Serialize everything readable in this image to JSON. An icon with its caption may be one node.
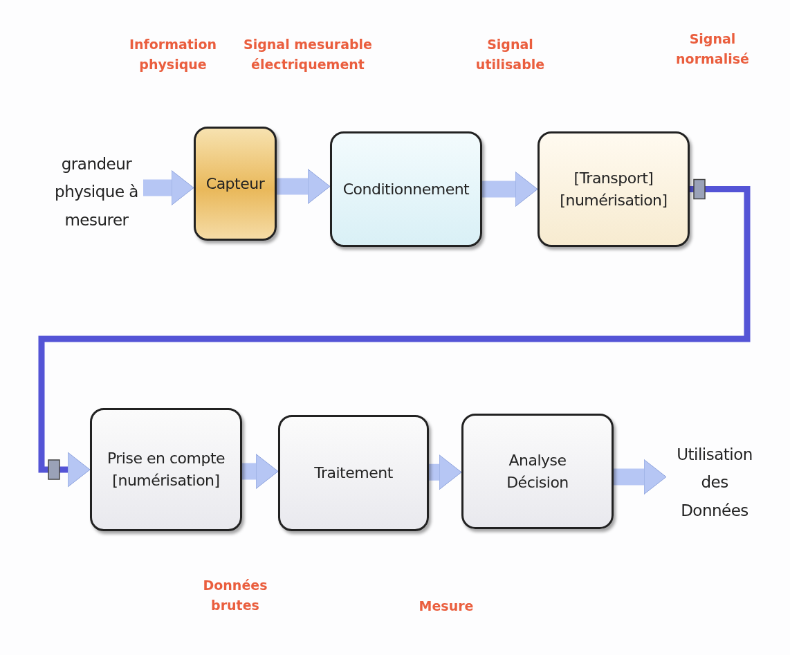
{
  "diagram": {
    "nodes": [
      {
        "text": [
          "grandeur physique à mesurer"
        ]
      },
      {
        "text": [
          "Capteur"
        ]
      },
      {
        "text": [
          "Conditionnement"
        ]
      },
      {
        "text": [
          "[Transport] [numérisation]"
        ]
      },
      {
        "text": [
          "Prise en compte [numérisation]"
        ]
      },
      {
        "text": [
          "Traitement"
        ]
      },
      {
        "text": [
          "Analyse Décision"
        ]
      },
      {
        "text": [
          "Utilisation des Données"
        ]
      }
    ],
    "edges": [
      {
        "from": 0,
        "to": 1,
        "arrow": "to"
      },
      {
        "from": 1,
        "to": 2,
        "arrow": "to"
      },
      {
        "from": 2,
        "to": 3,
        "arrow": "to"
      },
      {
        "from": 3,
        "to": 4,
        "arrow": "to",
        "color": "#5454d6"
      },
      {
        "from": 4,
        "to": 5,
        "arrow": "to"
      },
      {
        "from": 5,
        "to": 6,
        "arrow": "to"
      },
      {
        "from": 6,
        "to": 7,
        "arrow": "to"
      }
    ],
    "labels": [
      "Information physique",
      "Signal mesurable électriquement",
      "Signal utilisable",
      "Signal normalisé",
      "Données brutes",
      "Mesure"
    ]
  }
}
